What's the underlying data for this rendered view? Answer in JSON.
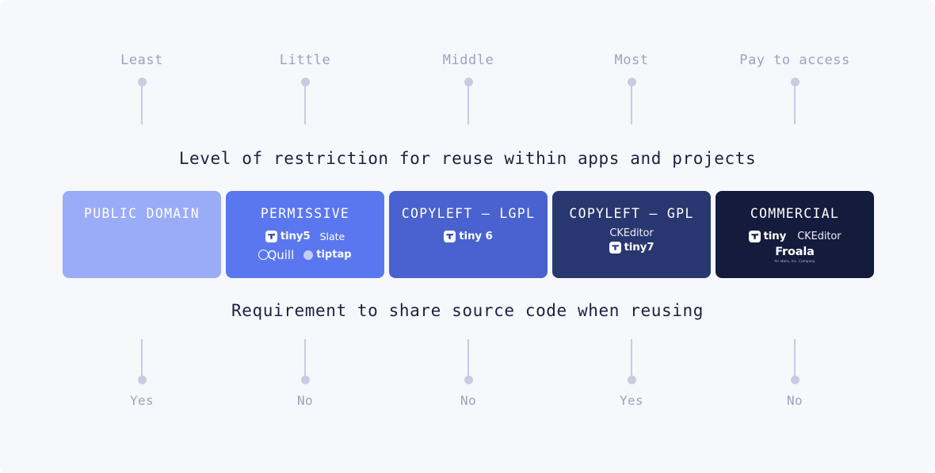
{
  "background_color": "#f7f8fc",
  "top_scale": {
    "labels": [
      "Least",
      "Little",
      "Middle",
      "Most",
      "Pay to access"
    ],
    "marker_color": "#c7cde0",
    "label_color": "#9aa3bf"
  },
  "heading_top": "Level of restriction for reuse within apps and projects",
  "heading_bottom": "Requirement to share source code when reusing",
  "heading_color": "#1b2240",
  "cards": [
    {
      "title": "PUBLIC DOMAIN",
      "color": "#9aabf7",
      "logo_rows": []
    },
    {
      "title": "PERMISSIVE",
      "color": "#5b77f0",
      "logo_rows": [
        [
          {
            "type": "tiny",
            "label": "tiny5"
          },
          {
            "type": "text",
            "label": "Slate"
          }
        ],
        [
          {
            "type": "quill",
            "label": "Quill"
          },
          {
            "type": "tiptap",
            "label": "tiptap"
          }
        ]
      ]
    },
    {
      "title": "COPYLEFT — LGPL",
      "color": "#4a62cf",
      "logo_rows": [
        [
          {
            "type": "tiny",
            "label": "tiny 6"
          }
        ]
      ]
    },
    {
      "title": "COPYLEFT — GPL",
      "color": "#28376f",
      "logo_rows": [
        [
          {
            "type": "ckeditor",
            "label": "CKEditor"
          }
        ],
        [
          {
            "type": "tiny",
            "label": "tiny7"
          }
        ]
      ]
    },
    {
      "title": "COMMERCIAL",
      "color": "#141b3d",
      "logo_rows": [
        [
          {
            "type": "tiny",
            "label": "tiny"
          },
          {
            "type": "ckeditor",
            "label": "CKEditor"
          }
        ],
        [
          {
            "type": "froala",
            "label": "Froala",
            "sub": "An Idera, Inc. Company"
          }
        ]
      ]
    }
  ],
  "bottom_scale": {
    "labels": [
      "Yes",
      "No",
      "No",
      "Yes",
      "No"
    ],
    "marker_color": "#c7cde0",
    "label_color": "#9aa3bf"
  }
}
